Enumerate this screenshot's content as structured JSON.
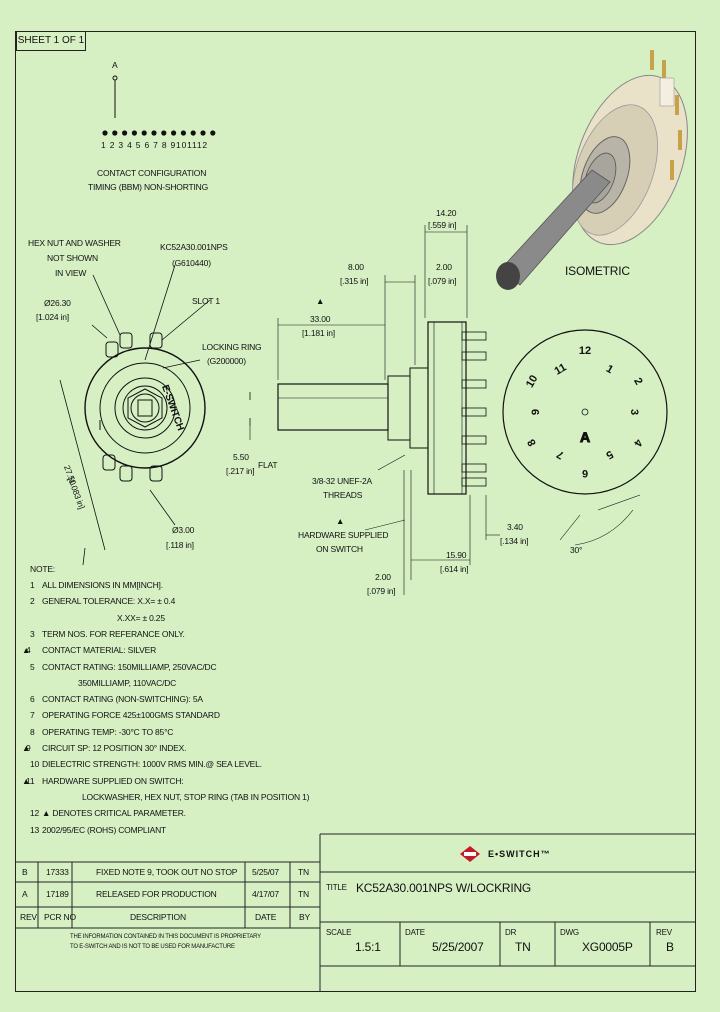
{
  "sheet": "SHEET 1 OF 1",
  "contact_config": {
    "top_label": "A",
    "numbers": "1 2 3 4 5 6 7 8 9101112",
    "line1": "CONTACT CONFIGURATION",
    "line2": "TIMING (BBM) NON-SHORTING"
  },
  "front_view": {
    "hex_nut_note": [
      "HEX NUT AND WASHER",
      "NOT SHOWN",
      "IN VIEW"
    ],
    "part_label": [
      "KC52A30.001NPS",
      "(G610440)"
    ],
    "slot": "SLOT 1",
    "locking_ring": [
      "LOCKING RING",
      "(G200000)"
    ],
    "dia_mm": "Ø26.30",
    "dia_in": "[1.024 in]",
    "width_mm": "27.50",
    "width_in": "[1.083 in]",
    "hole_mm": "Ø3.00",
    "hole_in": "[.118 in]",
    "brand": "E-SWITCH"
  },
  "side_view": {
    "dim_1420": "14.20",
    "dim_1420_in": "[.559 in]",
    "dim_800": "8.00",
    "dim_800_in": "[.315 in]",
    "dim_200a": "2.00",
    "dim_200a_in": "[.079 in]",
    "dim_3300": "33.00",
    "dim_3300_in": "[1.181 in]",
    "dim_550": "5.50",
    "dim_550_in": "[.217 in]",
    "flat": "FLAT",
    "thread": [
      "3/8-32 UNEF-2A",
      "THREADS"
    ],
    "hardware": [
      "HARDWARE SUPPLIED",
      "ON SWITCH"
    ],
    "dim_340": "3.40",
    "dim_340_in": "[.134 in]",
    "dim_1590": "15.90",
    "dim_1590_in": "[.614 in]",
    "dim_200b": "2.00",
    "dim_200b_in": "[.079 in]"
  },
  "isometric": "ISOMETRIC",
  "angle": "30°",
  "terminal_labels": [
    "12",
    "1",
    "2",
    "3",
    "4",
    "5",
    "6",
    "7",
    "8",
    "9",
    "10",
    "11"
  ],
  "notes": {
    "heading": "NOTE:",
    "items": [
      {
        "n": "1",
        "text": "ALL DIMENSIONS IN MM[INCH].",
        "tri": false
      },
      {
        "n": "2",
        "text": "GENERAL TOLERANCE: X.X= ± 0.4",
        "tri": false
      },
      {
        "n": "",
        "text": "X.XX= ± 0.25",
        "tri": false,
        "indent": true
      },
      {
        "n": "3",
        "text": "TERM NOS. FOR REFERANCE ONLY.",
        "tri": false
      },
      {
        "n": "4",
        "text": "CONTACT MATERIAL: SILVER",
        "tri": true
      },
      {
        "n": "5",
        "text": "CONTACT RATING: 150MILLIAMP, 250VAC/DC",
        "tri": false
      },
      {
        "n": "",
        "text": "350MILLIAMP, 110VAC/DC",
        "tri": false,
        "indent": true
      },
      {
        "n": "6",
        "text": "CONTACT RATING (NON-SWITCHING): 5A",
        "tri": false
      },
      {
        "n": "7",
        "text": "OPERATING FORCE 425±100GMS STANDARD",
        "tri": false
      },
      {
        "n": "8",
        "text": "OPERATING TEMP: -30°C TO 85°C",
        "tri": false
      },
      {
        "n": "9",
        "text": "CIRCUIT SP: 12 POSITION 30° INDEX.",
        "tri": true
      },
      {
        "n": "10",
        "text": "DIELECTRIC STRENGTH: 1000V RMS MIN.@ SEA LEVEL.",
        "tri": false
      },
      {
        "n": "11",
        "text": "HARDWARE SUPPLIED ON SWITCH:",
        "tri": true
      },
      {
        "n": "",
        "text": "LOCKWASHER, HEX NUT, STOP RING (TAB IN POSITION 1)",
        "tri": false,
        "indent2": true
      },
      {
        "n": "12",
        "text": "▲ DENOTES CRITICAL PARAMETER.",
        "tri": false
      },
      {
        "n": "13",
        "text": "2002/95/EC (ROHS) COMPLIANT",
        "tri": false
      }
    ]
  },
  "revisions": [
    {
      "rev": "B",
      "pcr": "17333",
      "desc": "FIXED NOTE 9, TOOK OUT NO STOP",
      "date": "5/25/07",
      "by": "TN"
    },
    {
      "rev": "A",
      "pcr": "17189",
      "desc": "RELEASED FOR PRODUCTION",
      "date": "4/17/07",
      "by": "TN"
    }
  ],
  "rev_headers": {
    "rev": "REV",
    "pcr": "PCR NO",
    "desc": "DESCRIPTION",
    "date": "DATE",
    "by": "BY"
  },
  "disclaimer": [
    "THE INFORMATION CONTAINED IN THIS DOCUMENT IS PROPRIETARY",
    "TO E-SWITCH AND IS NOT TO BE USED FOR MANUFACTURE"
  ],
  "title_block": {
    "logo": "E•SWITCH™",
    "title_label": "TITLE",
    "title": "KC52A30.001NPS W/LOCKRING",
    "scale_label": "SCALE",
    "scale": "1.5:1",
    "date_label": "DATE",
    "date": "5/25/2007",
    "dr_label": "DR",
    "dr": "TN",
    "dwg_label": "DWG",
    "dwg": "XG0005P",
    "rev_label": "REV",
    "rev": "B"
  }
}
